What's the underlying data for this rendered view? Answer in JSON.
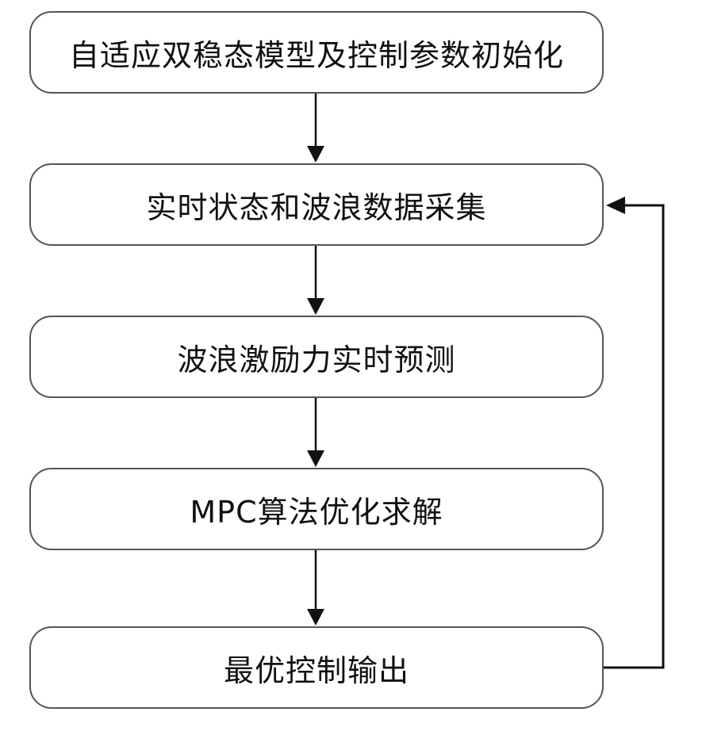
{
  "flowchart": {
    "steps": [
      {
        "label": "自适应双稳态模型及控制参数初始化"
      },
      {
        "label": "实时状态和波浪数据采集"
      },
      {
        "label": "波浪激励力实时预测"
      },
      {
        "label": "MPC算法优化求解"
      },
      {
        "label": "最优控制输出"
      }
    ],
    "colors": {
      "box_border": "#555555",
      "arrow": "#111111",
      "text": "#111111",
      "background": "#ffffff"
    }
  }
}
